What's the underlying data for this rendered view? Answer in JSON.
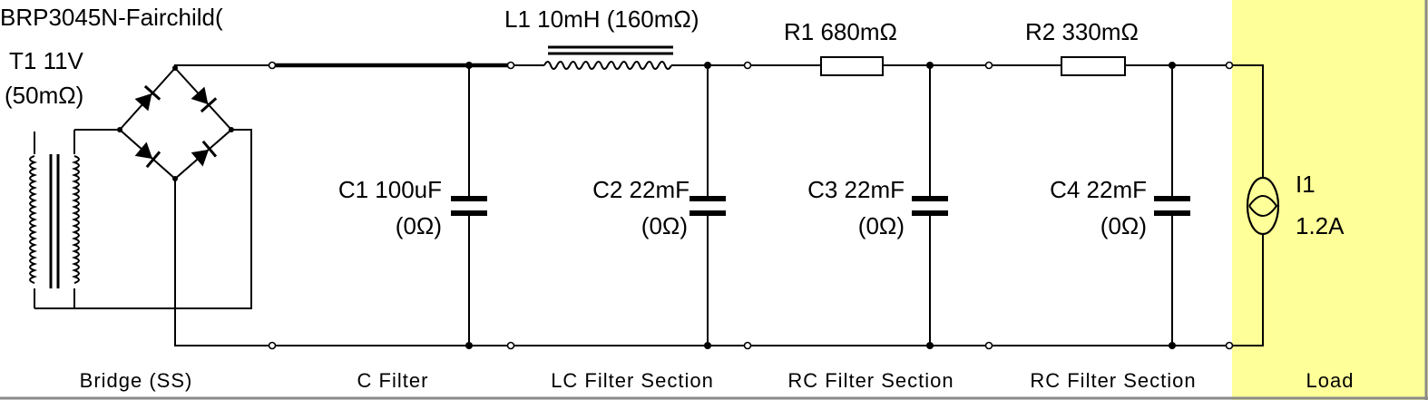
{
  "colors": {
    "load_background": "#ffff99",
    "wire": "#000000",
    "border": "#8a8a8a"
  },
  "components": {
    "bridge_part": "BRP3045N-Fairchild(",
    "transformer_name": "T1 11V",
    "transformer_resistance": "(50mΩ)",
    "inductor": "L1 10mH (160mΩ)",
    "r1": "R1 680mΩ",
    "r2": "R2 330mΩ",
    "c1_value": "C1 100uF",
    "c1_esr": "(0Ω)",
    "c2_value": "C2 22mF",
    "c2_esr": "(0Ω)",
    "c3_value": "C3 22mF",
    "c3_esr": "(0Ω)",
    "c4_value": "C4 22mF",
    "c4_esr": "(0Ω)",
    "load_name": "I1",
    "load_value": "1.2A"
  },
  "sections": {
    "bridge": "Bridge (SS)",
    "c_filter": "C Filter",
    "lc_filter": "LC Filter Section",
    "rc_filter_1": "RC Filter Section",
    "rc_filter_2": "RC Filter Section",
    "load": "Load"
  },
  "icons": {
    "transformer": "transformer-icon",
    "diode": "diode-icon",
    "inductor": "inductor-icon",
    "resistor": "resistor-icon",
    "capacitor": "capacitor-icon",
    "current_source": "current-source-icon"
  }
}
